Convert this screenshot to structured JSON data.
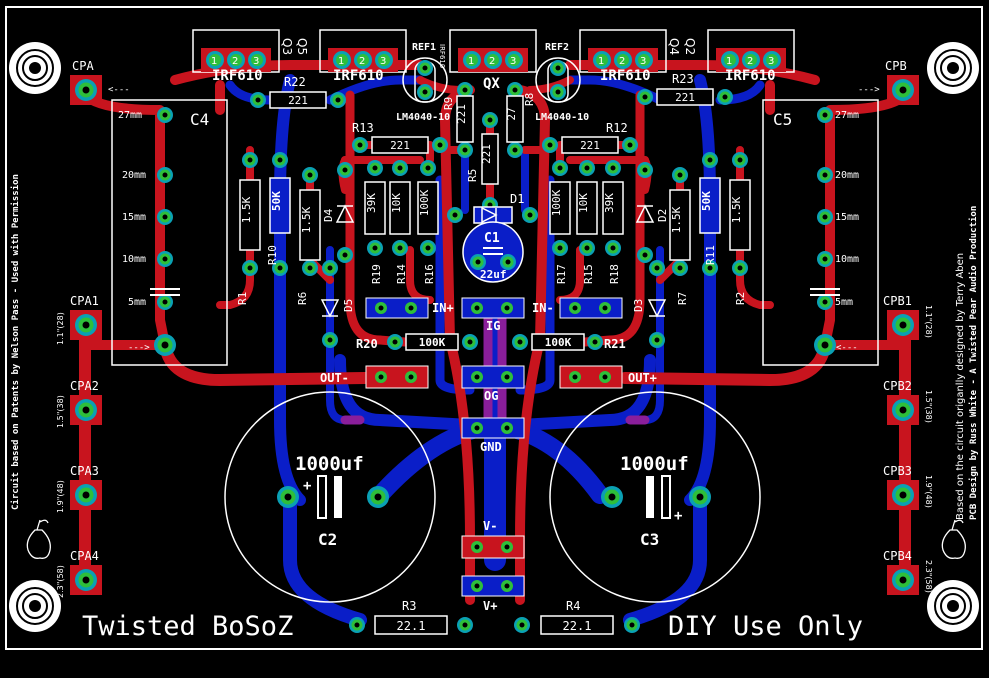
{
  "board": {
    "title": "Twisted BoSoZ",
    "footer_right": "DIY Use Only",
    "credit_left": "Circuit based on Patents by Nelson Pass  -  Used with Permission",
    "credit_right_1": "Based on the circuit origanlly designed by Terry Aben",
    "credit_right_2": "PCB Design by Russ White - A Twisted Pear Audio Production"
  },
  "colors": {
    "background": "#000000",
    "top_copper": "#c8141e",
    "bottom_copper": "#0a1ec8",
    "silkscreen": "#ffffff",
    "pad_outer": "#0aa0b4",
    "pad_inner": "#2ebf3a",
    "via": "#2ebf3a"
  },
  "transistors": [
    {
      "ref": "Q3",
      "part": "IRF610",
      "pins": [
        "1",
        "2",
        "3"
      ]
    },
    {
      "ref": "Q5",
      "part": "IRF610",
      "pins": [
        "1",
        "2",
        "3"
      ]
    },
    {
      "ref": "QX",
      "part": "",
      "pins": [
        "1",
        "2",
        "3"
      ]
    },
    {
      "ref": "Q4",
      "part": "IRF610",
      "pins": [
        "1",
        "2",
        "3"
      ]
    },
    {
      "ref": "Q2",
      "part": "IRF610",
      "pins": [
        "1",
        "2",
        "3"
      ]
    }
  ],
  "references": [
    {
      "ref": "REF1",
      "part": "LM4040-10",
      "sub": "IRF610"
    },
    {
      "ref": "REF2",
      "part": "LM4040-10",
      "sub": ""
    }
  ],
  "resistors": [
    {
      "ref": "R22",
      "value": "221"
    },
    {
      "ref": "R23",
      "value": "221"
    },
    {
      "ref": "R13",
      "value": "221"
    },
    {
      "ref": "R12",
      "value": "221"
    },
    {
      "ref": "R9",
      "value": "221"
    },
    {
      "ref": "R8",
      "value": "27"
    },
    {
      "ref": "R5",
      "value": "221"
    },
    {
      "ref": "R1",
      "value": "1.5K"
    },
    {
      "ref": "R10",
      "value": "50K"
    },
    {
      "ref": "R6",
      "value": "1.5K"
    },
    {
      "ref": "R19",
      "value": "39K"
    },
    {
      "ref": "R14",
      "value": "10K"
    },
    {
      "ref": "R16",
      "value": "100K"
    },
    {
      "ref": "R17",
      "value": "100K"
    },
    {
      "ref": "R15",
      "value": "10K"
    },
    {
      "ref": "R18",
      "value": "39K"
    },
    {
      "ref": "R7",
      "value": "1.5K"
    },
    {
      "ref": "R11",
      "value": "50K"
    },
    {
      "ref": "R2",
      "value": "1.5K"
    },
    {
      "ref": "R20",
      "value": "100K"
    },
    {
      "ref": "R21",
      "value": "100K"
    },
    {
      "ref": "R3",
      "value": "22.1"
    },
    {
      "ref": "R4",
      "value": "22.1"
    }
  ],
  "diodes": [
    "D1",
    "D2",
    "D3",
    "D4",
    "D5"
  ],
  "capacitors": [
    {
      "ref": "C1",
      "value": "22uf"
    },
    {
      "ref": "C2",
      "value": "1000uf"
    },
    {
      "ref": "C3",
      "value": "1000uf"
    },
    {
      "ref": "C4",
      "value": ""
    },
    {
      "ref": "C5",
      "value": ""
    }
  ],
  "cap_spacing": [
    "27mm",
    "20mm",
    "15mm",
    "10mm",
    "5mm"
  ],
  "connectors": {
    "in_plus": "IN+",
    "in_minus": "IN-",
    "ig": "IG",
    "out_minus": "OUT-",
    "out_plus": "OUT+",
    "og": "OG",
    "gnd": "GND",
    "v_minus": "V-",
    "v_plus": "V+"
  },
  "mount_points": {
    "left": [
      {
        "label": "CPA",
        "pitch": ""
      },
      {
        "label": "CPA1",
        "pitch": "1.1\"(28)"
      },
      {
        "label": "CPA2",
        "pitch": "1.5\"(38)"
      },
      {
        "label": "CPA3",
        "pitch": "1.9\"(48)"
      },
      {
        "label": "CPA4",
        "pitch": "2.3\"(58)"
      }
    ],
    "right": [
      {
        "label": "CPB",
        "pitch": ""
      },
      {
        "label": "CPB1",
        "pitch": "1.1\"(28)"
      },
      {
        "label": "CPB2",
        "pitch": "1.5\"(38)"
      },
      {
        "label": "CPB3",
        "pitch": "1.9\"(48)"
      },
      {
        "label": "CPB4",
        "pitch": "2.3\"(58)"
      }
    ]
  }
}
